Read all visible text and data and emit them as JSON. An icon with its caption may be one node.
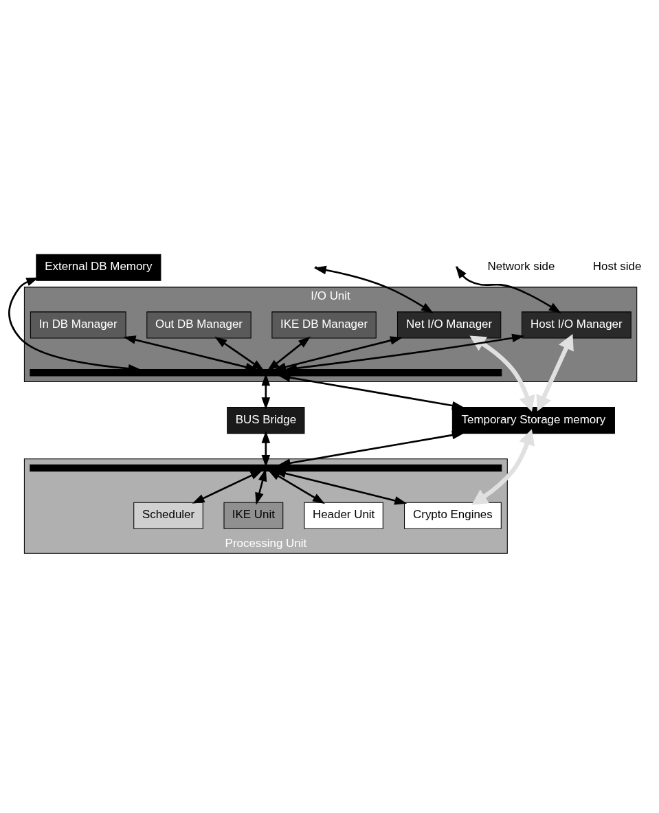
{
  "diagram": {
    "nodes": [
      {
        "text": [
          "External DB Memory"
        ]
      },
      {
        "text": [
          "I/O Unit"
        ]
      },
      {
        "text": [
          "Processing Unit"
        ]
      },
      {
        "text": [
          "Net I/O Manager"
        ],
        "in": 1
      },
      {
        "text": [
          "In DB Manager"
        ],
        "in": 1
      },
      {
        "text": [
          "Out DB Manager"
        ],
        "in": 1
      },
      {
        "text": [
          "IKE DB Manager"
        ],
        "in": 1
      },
      {
        "text": [
          "Host I/O Manager"
        ],
        "in": 1
      },
      {
        "text": [],
        "shape": "bar",
        "in": 1
      },
      {
        "text": [
          "Temporary Storage memory"
        ]
      },
      {
        "text": [
          "BUS Bridge"
        ]
      },
      {
        "text": [],
        "shape": "bar",
        "in": 2
      },
      {
        "text": [
          "Scheduler"
        ],
        "in": 2
      },
      {
        "text": [
          "IKE Unit"
        ],
        "in": 2
      },
      {
        "text": [
          "Header Unit"
        ],
        "in": 2
      },
      {
        "text": [
          "Crypto Engines"
        ],
        "in": 2
      }
    ],
    "edges": [
      {
        "from": 3,
        "to": null,
        "arrow": "both"
      },
      {
        "from": 7,
        "to": null,
        "arrow": "both"
      },
      {
        "from": 0,
        "to": 8,
        "arrow": "both"
      },
      {
        "from": 3,
        "to": 8,
        "arrow": "both"
      },
      {
        "from": 3,
        "to": 9,
        "arrow": "both",
        "style": "thick",
        "color": "#e0e0e0"
      },
      {
        "from": 4,
        "to": 8,
        "arrow": "both"
      },
      {
        "from": 5,
        "to": 8,
        "arrow": "both"
      },
      {
        "from": 6,
        "to": 8,
        "arrow": "both"
      },
      {
        "from": 7,
        "to": 9,
        "arrow": "both",
        "style": "thick",
        "color": "#e0e0e0"
      },
      {
        "from": 7,
        "to": 8,
        "arrow": "both"
      },
      {
        "from": 8,
        "to": 10,
        "arrow": "both"
      },
      {
        "from": 8,
        "to": 9,
        "arrow": "both"
      },
      {
        "from": 10,
        "to": 11,
        "arrow": "both"
      },
      {
        "from": 9,
        "to": 11,
        "arrow": "both"
      },
      {
        "from": 15,
        "to": 9,
        "arrow": "both",
        "style": "thick",
        "color": "#e0e0e0"
      },
      {
        "from": 11,
        "to": 12,
        "arrow": "both"
      },
      {
        "from": 11,
        "to": 13,
        "arrow": "both"
      },
      {
        "from": 11,
        "to": 14,
        "arrow": "both"
      },
      {
        "from": 11,
        "to": 15,
        "arrow": "both"
      }
    ],
    "labels": [
      "Network side",
      "Host side"
    ]
  }
}
